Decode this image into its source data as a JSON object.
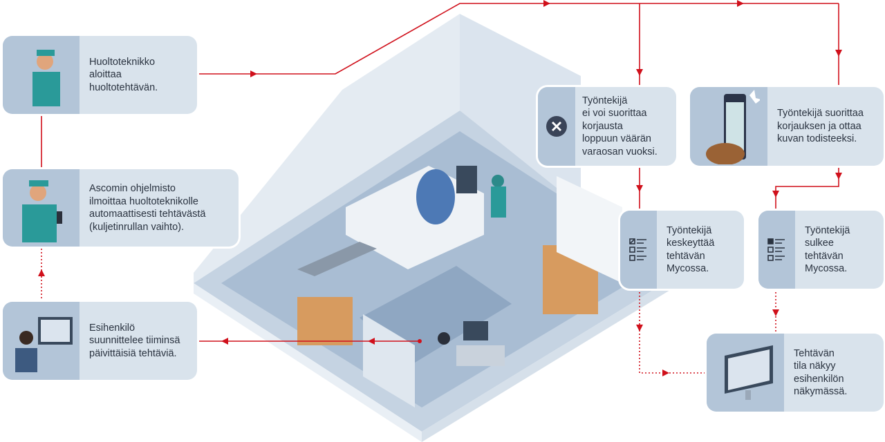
{
  "steps": [
    {
      "id": "technician-starts",
      "text": "Huoltoteknikko\naloittaa\nhuoltotehtävän."
    },
    {
      "id": "software-notifies",
      "text": "Ascomin ohjelmisto\nilmoittaa huoltoteknikolle\nautomaattisesti tehtävästä\n(kuljetinrullan vaihto)."
    },
    {
      "id": "supervisor-plans",
      "text": "Esihenkilö\nsuunnittelee tiiminsä\npäivittäisiä tehtäviä."
    },
    {
      "id": "cannot-complete",
      "text": "Työntekijä\nei voi suorittaa\nkorjausta\nloppuun väärän\nvaraosan vuoksi."
    },
    {
      "id": "completes-photo",
      "text": "Työntekijä suorittaa\nkorjauksen ja ottaa\nkuvan todisteeksi."
    },
    {
      "id": "pauses-task",
      "text": "Työntekijä\nkeskeyttää\ntehtävän\nMycossa."
    },
    {
      "id": "closes-task",
      "text": "Työntekijä\nsulkee\ntehtävän\nMycossa."
    },
    {
      "id": "status-visible",
      "text": "Tehtävän\ntila näkyy\nesihenkilön\nnäkymässä."
    }
  ],
  "colors": {
    "accent": "#d0101b",
    "panel": "#d9e3ec",
    "icon_panel": "#b3c5d8",
    "text": "#2a3340"
  }
}
